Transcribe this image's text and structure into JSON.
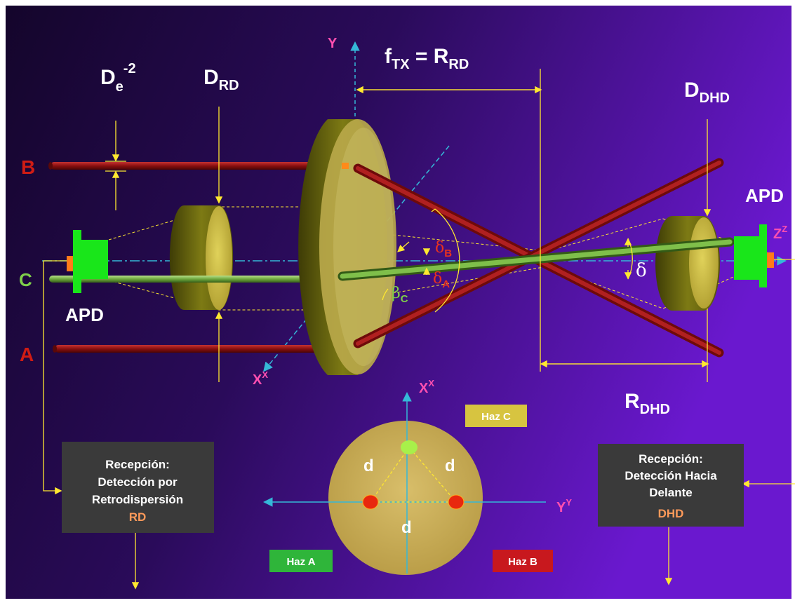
{
  "labels": {
    "top_formula": {
      "f": "f",
      "tx": "TX",
      "eq": " = R",
      "rd": "RD"
    },
    "de": {
      "main": "D",
      "sub": "e",
      "sup": "-2"
    },
    "drd": {
      "main": "D",
      "sub": "RD"
    },
    "ddhd": {
      "main": "D",
      "sub": "DHD"
    },
    "rdhd": {
      "main": "R",
      "sub": "DHD"
    },
    "beam_b": "B",
    "beam_a": "A",
    "beam_c": "C",
    "apd_left": "APD",
    "apd_right": "APD",
    "axis_y": "Y",
    "axis_x": "X",
    "axis_x_sup": "X",
    "axis_z": "Z",
    "axis_z_sup": "Z",
    "delta_b": {
      "main": "δ",
      "sub": "B"
    },
    "delta_a": {
      "main": "δ",
      "sub": "A"
    },
    "beta_c": {
      "main": "β",
      "sub": "C"
    },
    "delta": "δ",
    "inset_x": "X",
    "inset_x_sup": "X",
    "inset_y": "Y",
    "inset_y_sup": "Y",
    "d_left": "d",
    "d_right": "d",
    "d_bottom": "d"
  },
  "legend": {
    "haz_c": "Haz C",
    "haz_a": "Haz A",
    "haz_b": "Haz B"
  },
  "boxes": {
    "rd": {
      "line1": "Recepción:",
      "line2": "Detección por",
      "line3": "Retrodispersión",
      "accent": "RD"
    },
    "dhd": {
      "line1": "Recepción:",
      "line2": "Detección Hacia",
      "line3": "Delante",
      "accent": "DHD"
    }
  },
  "colors": {
    "bg_left": "#1b0636",
    "bg_right": "#6a16c8",
    "lens": "#c9b640",
    "lens_dark": "#6f6a12",
    "beam_red": "#8f1212",
    "beam_green": "#7fbf4a",
    "apd_green": "#19e61a",
    "dim_yellow": "#ffe830",
    "axis_cyan": "#35b8d8",
    "haz_c": "#d7c440",
    "haz_a": "#2fb53a",
    "haz_b": "#c8181e",
    "label_pink": "#ff4fb0",
    "label_red": "#e8321e"
  }
}
